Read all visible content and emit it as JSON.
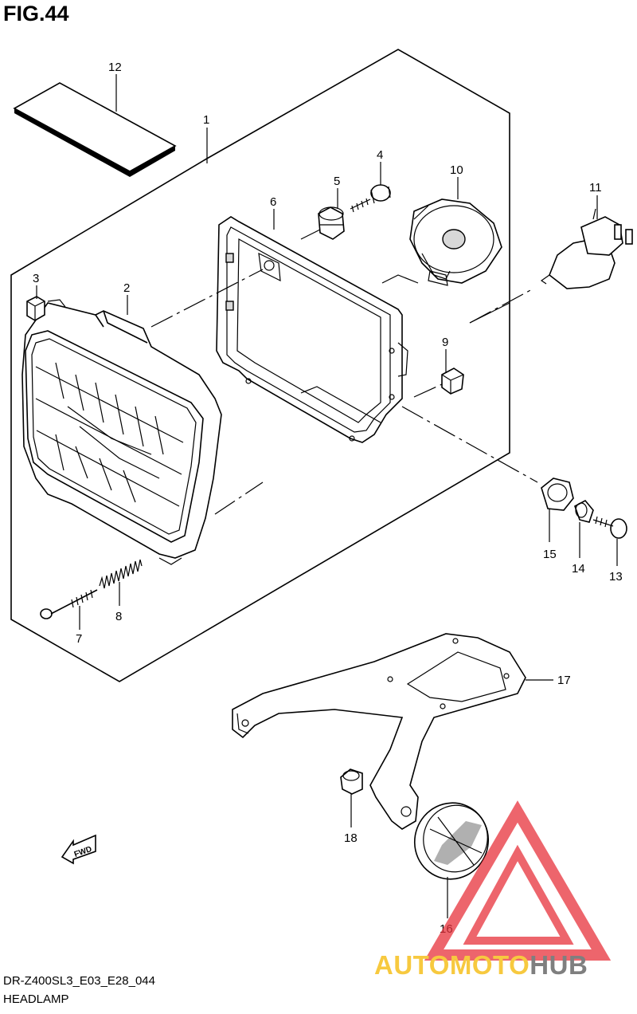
{
  "figure": {
    "title": "FIG.44",
    "model_code": "DR-Z400SL3_E03_E28_044",
    "section_name": "HEADLAMP"
  },
  "callouts": [
    {
      "id": "12",
      "text": "12"
    },
    {
      "id": "1",
      "text": "1"
    },
    {
      "id": "4",
      "text": "4"
    },
    {
      "id": "10",
      "text": "10"
    },
    {
      "id": "5",
      "text": "5"
    },
    {
      "id": "11",
      "text": "11"
    },
    {
      "id": "6",
      "text": "6"
    },
    {
      "id": "3",
      "text": "3"
    },
    {
      "id": "2",
      "text": "2"
    },
    {
      "id": "9",
      "text": "9"
    },
    {
      "id": "15",
      "text": "15"
    },
    {
      "id": "14",
      "text": "14"
    },
    {
      "id": "13",
      "text": "13"
    },
    {
      "id": "8",
      "text": "8"
    },
    {
      "id": "7",
      "text": "7"
    },
    {
      "id": "17",
      "text": "17"
    },
    {
      "id": "18",
      "text": "18"
    },
    {
      "id": "16",
      "text": "16"
    }
  ],
  "direction_marker": {
    "text": "FWD"
  },
  "watermark": {
    "part1": "AUTOMOTO",
    "part2": "HUB",
    "color_primary": "#f5b800",
    "color_secondary": "#555555",
    "triangle_color": "#e8323c"
  },
  "colors": {
    "line": "#000000",
    "background": "#ffffff"
  }
}
